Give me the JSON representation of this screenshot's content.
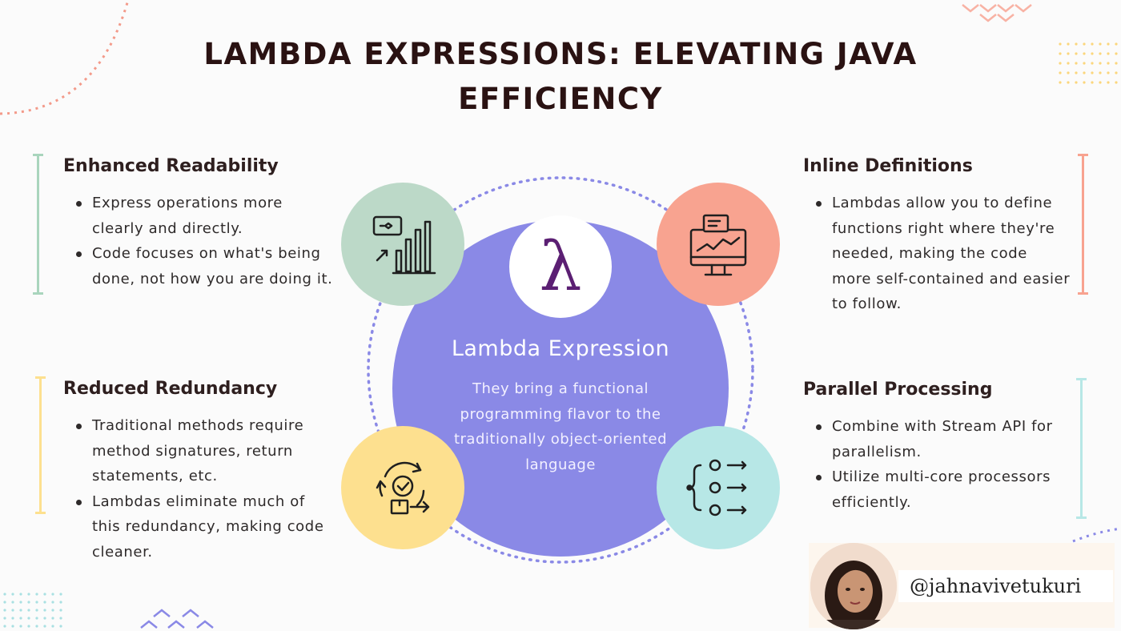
{
  "title": "LAMBDA EXPRESSIONS: ELEVATING JAVA EFFICIENCY",
  "center": {
    "symbol": "λ",
    "title": "Lambda Expression",
    "description": "They bring a functional programming flavor to the traditionally object-oriented language"
  },
  "sections": {
    "readability": {
      "title": "Enhanced Readability",
      "points": [
        "Express operations more clearly and directly.",
        "Code focuses on what's being done, not how you are doing it."
      ]
    },
    "redundancy": {
      "title": "Reduced Redundancy",
      "points": [
        "Traditional methods require method signatures, return statements, etc.",
        "Lambdas eliminate much of this redundancy, making code cleaner."
      ]
    },
    "inline": {
      "title": "Inline Definitions",
      "points": [
        "Lambdas allow you to define functions right where they're needed, making the code more self-contained and easier to follow."
      ]
    },
    "parallel": {
      "title": "Parallel Processing",
      "points": [
        "Combine with Stream API for parallelism.",
        "Utilize multi-core processors efficiently."
      ]
    }
  },
  "author": {
    "handle": "@jahnavivetukuri"
  },
  "colors": {
    "main_circle": "#8a89e6",
    "green": "#bcd9c8",
    "salmon": "#f8a390",
    "yellow": "#fde08f",
    "cyan": "#b7e7e6",
    "accent_dots": "#7a78e0"
  },
  "icons": {
    "top_left": "chart-growth-icon",
    "top_right": "monitor-analytics-icon",
    "bottom_left": "cycle-delivery-icon",
    "bottom_right": "process-flow-icon"
  }
}
